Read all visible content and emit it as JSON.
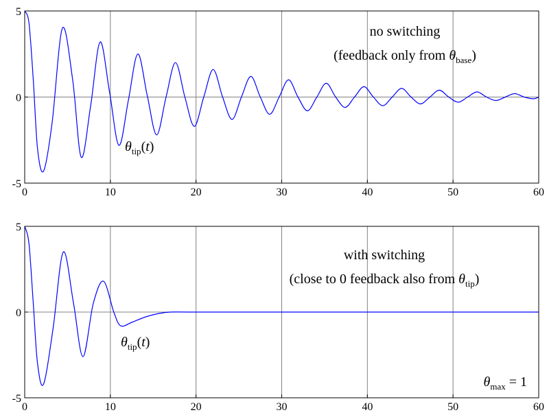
{
  "chart_data": [
    {
      "type": "line",
      "title": "",
      "xlabel": "",
      "ylabel": "",
      "xlim": [
        0,
        60
      ],
      "ylim": [
        -5,
        5
      ],
      "grid": true,
      "x_ticks": [
        "0",
        "10",
        "20",
        "30",
        "40",
        "50",
        "60"
      ],
      "y_ticks": [
        "5",
        "0",
        "-5"
      ],
      "line_color": "#0000ff",
      "annotation": {
        "line1": "no switching",
        "line2_prefix": "(feedback only from ",
        "symbol": "θ",
        "subscript": "base",
        "line2_suffix": ")"
      },
      "series_label": {
        "symbol": "θ",
        "subscript": "tip",
        "arg": "(t)"
      },
      "series": [
        {
          "x": [
            0,
            0.5,
            1.0,
            1.5,
            2.2,
            3.2,
            4.4,
            5.6,
            6.6,
            7.7,
            8.8,
            9.9,
            11.0,
            12.1,
            13.2,
            14.3,
            15.4,
            16.5,
            17.6,
            18.7,
            19.8,
            20.9,
            22.0,
            23.1,
            24.2,
            25.3,
            26.4,
            27.5,
            28.6,
            29.7,
            30.8,
            31.9,
            33.0,
            34.1,
            35.2,
            36.3,
            37.4,
            38.5,
            39.6,
            40.7,
            41.8,
            42.9,
            44.0,
            45.1,
            46.2,
            47.3,
            48.4,
            49.5,
            50.6,
            51.7,
            52.8,
            53.9,
            55.0,
            56.1,
            57.2,
            58.3,
            59.4,
            60.0
          ],
          "y": [
            5.0,
            4.3,
            1.0,
            -3.0,
            -4.3,
            -1.5,
            4.0,
            1.0,
            -3.5,
            -0.5,
            3.2,
            0.3,
            -2.8,
            -0.2,
            2.5,
            0.1,
            -2.2,
            0.0,
            2.0,
            0.0,
            -1.7,
            0.0,
            1.6,
            0.0,
            -1.3,
            0.0,
            1.2,
            0.0,
            -1.0,
            0.0,
            1.0,
            0.0,
            -0.8,
            0.0,
            0.8,
            0.0,
            -0.6,
            0.0,
            0.6,
            0.0,
            -0.5,
            0.0,
            0.5,
            0.0,
            -0.4,
            0.0,
            0.4,
            0.0,
            -0.3,
            0.0,
            0.3,
            0.0,
            -0.2,
            0.0,
            0.2,
            0.0,
            -0.1,
            0.0
          ]
        }
      ]
    },
    {
      "type": "line",
      "title": "",
      "xlabel": "",
      "ylabel": "",
      "xlim": [
        0,
        60
      ],
      "ylim": [
        -5,
        5
      ],
      "grid": true,
      "x_ticks": [
        "0",
        "10",
        "20",
        "30",
        "40",
        "50",
        "60"
      ],
      "y_ticks": [
        "5",
        "0",
        "-5"
      ],
      "line_color": "#0000ff",
      "annotation": {
        "line1": "with switching",
        "line2_prefix": "(close to 0 feedback also from ",
        "symbol": "θ",
        "subscript": "tip",
        "line2_suffix": ")"
      },
      "series_label": {
        "symbol": "θ",
        "subscript": "tip",
        "arg": "(t)"
      },
      "corner_label": {
        "symbol": "θ",
        "subscript": "max",
        "suffix": " = 1"
      },
      "series": [
        {
          "x": [
            0,
            0.5,
            1.0,
            1.5,
            2.2,
            3.3,
            4.5,
            5.7,
            6.8,
            8.0,
            9.2,
            10.4,
            11.2,
            12.5,
            14.0,
            15.5,
            17.0,
            20.0,
            30.0,
            40.0,
            50.0,
            60.0
          ],
          "y": [
            5.0,
            4.0,
            0.5,
            -3.0,
            -4.2,
            -1.0,
            3.5,
            0.5,
            -2.6,
            0.5,
            1.8,
            0.0,
            -0.8,
            -0.6,
            -0.3,
            -0.1,
            0.0,
            0.0,
            0.0,
            0.0,
            0.0,
            0.0
          ]
        }
      ]
    }
  ]
}
